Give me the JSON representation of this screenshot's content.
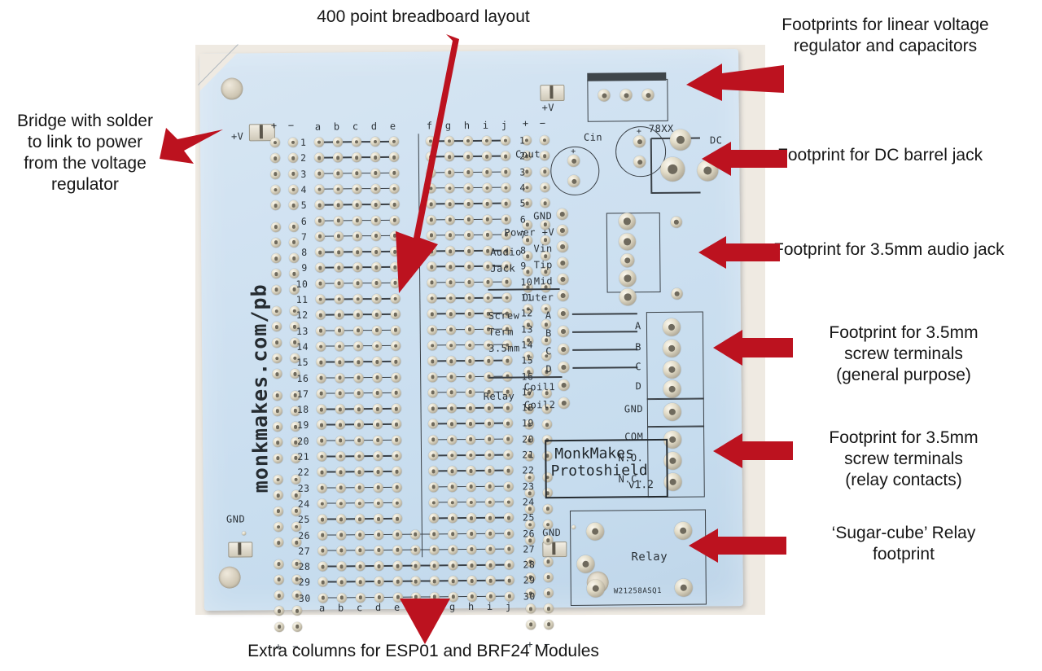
{
  "figure": {
    "subject": "MonkMakes Protoshield v1.2 PCB",
    "arrow_color": "#bc121f",
    "board_color": "#cfe1f1",
    "background_color": "#ffffff"
  },
  "annotations": [
    {
      "id": "breadboard-layout",
      "text": "400 point breadboard layout"
    },
    {
      "id": "regulator-caps",
      "line1": "Footprints for linear voltage",
      "line2": "regulator and capacitors"
    },
    {
      "id": "solder-bridge",
      "line1": "Bridge with solder",
      "line2": "to link to power",
      "line3": "from the voltage",
      "line4": "regulator"
    },
    {
      "id": "dc-barrel-jack",
      "text": "Footprint for DC barrel jack"
    },
    {
      "id": "audio-jack",
      "text": "Footprint for 3.5mm audio jack"
    },
    {
      "id": "screw-terminals-gp",
      "line1": "Footprint for 3.5mm",
      "line2": "screw terminals",
      "line3": "(general purpose)"
    },
    {
      "id": "screw-terminals-rly",
      "line1": "Footprint for 3.5mm",
      "line2": "screw terminals",
      "line3": "(relay contacts)"
    },
    {
      "id": "relay-footprint",
      "line1": "‘Sugar-cube’ Relay",
      "line2": "footprint"
    },
    {
      "id": "extra-columns",
      "text": "Extra columns for ESP01 and BRF24 Modules"
    }
  ],
  "board": {
    "silkscreen": {
      "url_text": "monkmakes.com/pb",
      "logo_line1": "MonkMakes",
      "logo_line2": "Protoshield",
      "logo_version": "v1.2",
      "regulator_label": "78XX",
      "cap_out": "Cout",
      "cap_in": "Cin",
      "dc_label": "DC",
      "plus_v_bridge": "+V",
      "plus_v_reg": "+V",
      "gnd_pad_label": "GND",
      "gnd_pad_label_2": "GND",
      "relay_area_label": "Relay",
      "relay_part_number": "W21258ASQ1",
      "plus": "+",
      "minus": "−",
      "plus_sign_cap": "+"
    },
    "breadboard": {
      "columns_left": [
        "a",
        "b",
        "c",
        "d",
        "e"
      ],
      "columns_right": [
        "f",
        "g",
        "h",
        "i",
        "j"
      ],
      "rows": [
        1,
        2,
        3,
        4,
        5,
        6,
        7,
        8,
        9,
        10,
        11,
        12,
        13,
        14,
        15,
        16,
        17,
        18,
        19,
        20,
        21,
        22,
        23,
        24,
        25,
        26,
        27,
        28,
        29,
        30
      ],
      "extra_column_rows": [
        26,
        27,
        28,
        29,
        30
      ],
      "total_points": "400 point"
    },
    "connector_labels": {
      "audio_jack_group": "Audio Jack",
      "audio_rows": [
        "GND",
        "Power +V",
        "Vin",
        "Tip",
        "Mid",
        "Outer"
      ],
      "screw_group": "Screw Term 3.5mm",
      "screw_group_line1": "Screw",
      "screw_group_line2": "Term",
      "screw_group_line3": "3.5mm",
      "screw_rows": [
        "A",
        "B",
        "C",
        "D"
      ],
      "relay_group": "Relay",
      "relay_coil_rows": [
        "Coil1",
        "Coil2"
      ],
      "terminal_block_left": [
        "A",
        "B",
        "C",
        "D"
      ],
      "terminal_block_right": [
        "GND",
        "COM",
        "N.O.",
        "N.C."
      ]
    }
  }
}
